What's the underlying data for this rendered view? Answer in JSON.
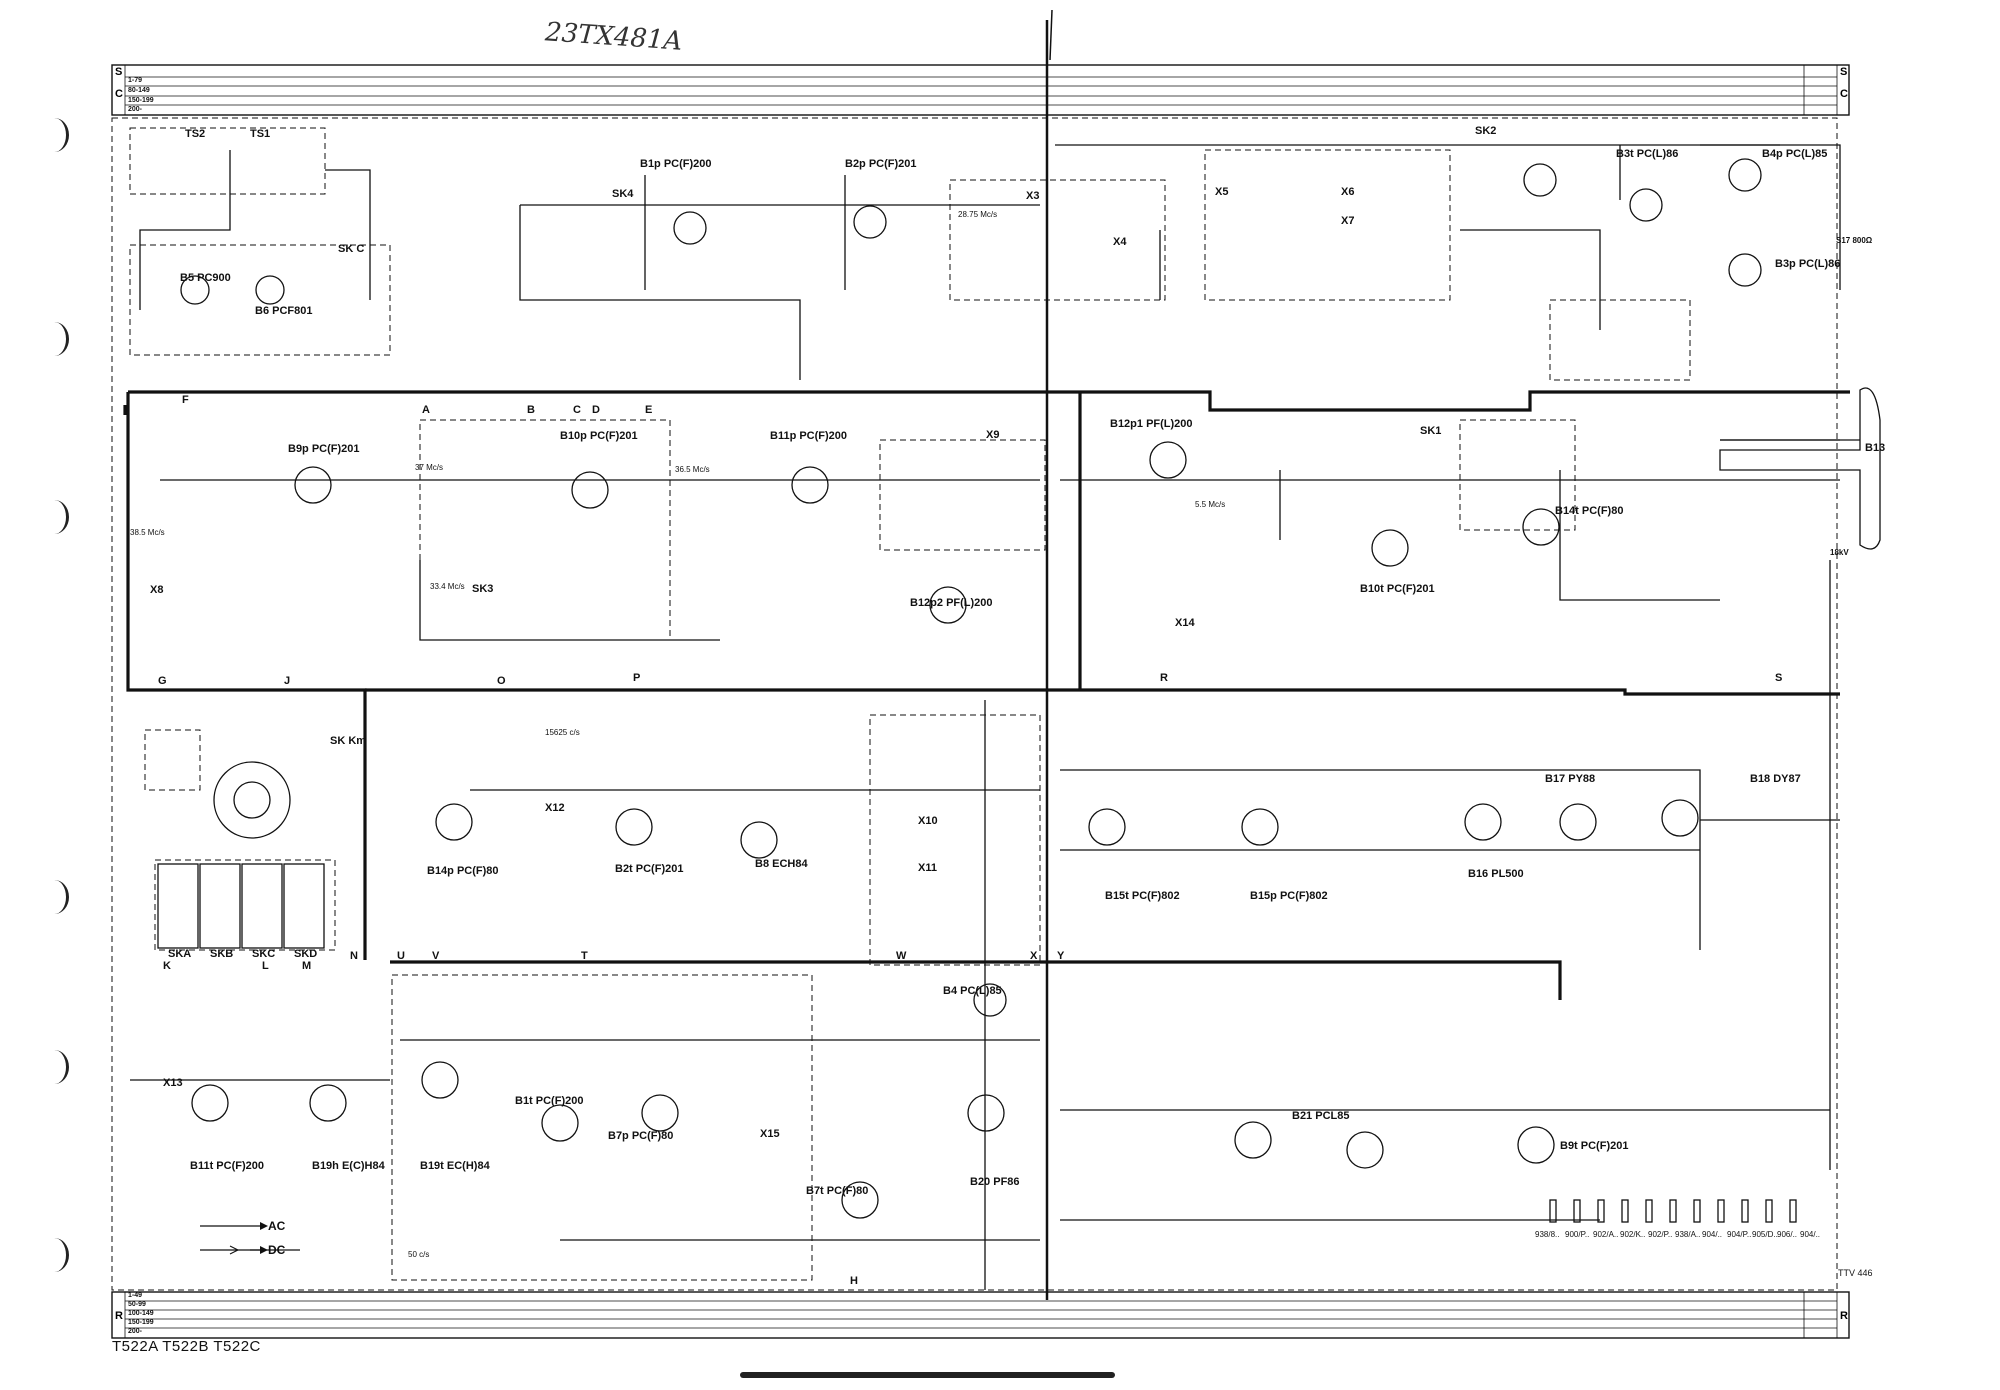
{
  "handwritten_note": "23TX481A",
  "models": "T522A  T522B  T522C",
  "drawing_code": "TTV 446",
  "legend": {
    "ac": "AC",
    "dc": "DC"
  },
  "ruler_rows": {
    "top_letters": [
      "S",
      "C"
    ],
    "bottom_letter": "R",
    "top_ranges": [
      "1-79",
      "80-149",
      "150-199",
      "200-"
    ],
    "bottom_ranges": [
      "1-49",
      "50-99",
      "100-149",
      "150-199",
      "200-"
    ]
  },
  "tubes": [
    "B1p PC(F)200",
    "B2p PC(F)201",
    "B3t PC(L)86",
    "B4p PC(L)85",
    "B3p PC(L)86",
    "B9p PC(F)201",
    "B10p PC(F)201",
    "B11p PC(F)200",
    "B12p1 PF(L)200",
    "B14t PC(F)80",
    "B10t PC(F)201",
    "B12p2 PF(L)200",
    "B13",
    "B14p PC(F)80",
    "B2t PC(F)201",
    "B8 ECH84",
    "B15t PC(F)802",
    "B15p PC(F)802",
    "B16 PL500",
    "B17 PY88",
    "B18 DY87",
    "B11t PC(F)200",
    "B19h E(C)H84",
    "B19t EC(H)84",
    "B1t PC(F)200",
    "B7p PC(F)80",
    "B7t PC(F)80",
    "B4 PC(L)85",
    "B20 PF86",
    "B21 PCL85",
    "B9t PC(F)201",
    "B5 PC900",
    "B6 PCF801"
  ],
  "switch_labels": [
    "TS2",
    "TS1",
    "SK C",
    "SK4",
    "SK1",
    "SK2",
    "SK3",
    "SK Km",
    "SKA",
    "SKB",
    "SKC",
    "SKD"
  ],
  "freq_labels": [
    "38.5 Mc/s",
    "36.5 Mc/s",
    "5.5 Mc/s",
    "33.4 Mc/s",
    "15625 c/s",
    "50 c/s",
    "28.75 Mc/s",
    "37 Mc/s"
  ],
  "diodes": [
    "X3",
    "X4",
    "X5",
    "X6",
    "X7",
    "X8",
    "X9",
    "X10",
    "X11",
    "X12",
    "X13",
    "X14",
    "X15"
  ],
  "bus_letters": [
    "A",
    "B",
    "C",
    "D",
    "E",
    "F",
    "G",
    "H",
    "J",
    "K",
    "L",
    "M",
    "N",
    "O",
    "P",
    "R",
    "S",
    "T",
    "U",
    "V",
    "W",
    "X",
    "Y"
  ],
  "speaker": "S17 800Ω",
  "eht": "18kV",
  "bottom_parts": [
    "938/8..",
    "900/P..",
    "902/A..",
    "902/K..",
    "902/P..",
    "938/A..",
    "904/..",
    "904/P..",
    "905/D..",
    "906/..",
    "904/.."
  ],
  "colors": {
    "ink": "#111111",
    "paper": "#ffffff"
  }
}
